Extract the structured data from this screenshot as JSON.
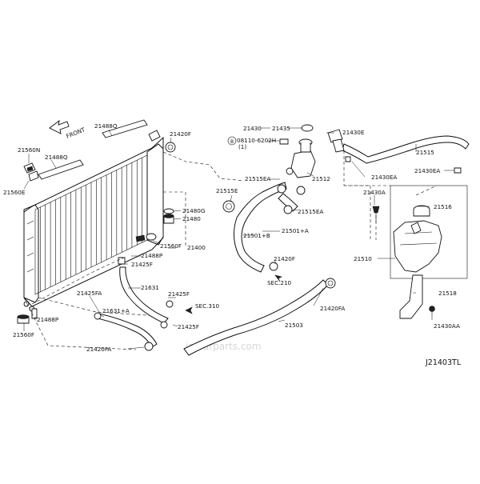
{
  "diagram": {
    "direction_label": "FRONT",
    "drawing_code": "J21403TL",
    "watermark": "jn-carparts.com",
    "callouts": {
      "c21488Q_top": "21488Q",
      "c21560N": "21560N",
      "c21488Q_left": "21488Q",
      "c21560E": "21560E",
      "c21420F_top": "21420F",
      "c21480G": "21480G",
      "c21480": "21480",
      "c21560F_mid": "21560F",
      "c21400": "21400",
      "c21488P_mid": "21488P",
      "c21425F_a": "21425F",
      "c21631": "21631",
      "c21425FA": "21425FA",
      "c21425F_b": "21425F",
      "c21631A": "21631+A",
      "sec310": "SEC.310",
      "c21425F_c": "21425F",
      "c21488P_low": "21488P",
      "c21560F_low": "21560F",
      "c21420FA_low": "21420FA",
      "c21430": "21430",
      "c21435": "21435",
      "bolt_code": "08110-6202H",
      "bolt_qty": "(1)",
      "c21430E": "21430E",
      "c21515EA_top": "21515EA",
      "c21512": "21512",
      "c21515E": "21515E",
      "c21515EA_mid": "21515EA",
      "c21501A": "21501+A",
      "c21501B": "21501+B",
      "c21420F_mid": "21420F",
      "sec210": "SEC.210",
      "c21420FA_right": "21420FA",
      "c21503": "21503",
      "c21515": "21515",
      "c21430EA_a": "21430EA",
      "c21430EA_b": "21430EA",
      "c21430A": "21430A",
      "c21516": "21516",
      "c21510": "21510",
      "c21518": "21518",
      "c21430AA": "21430AA"
    }
  }
}
